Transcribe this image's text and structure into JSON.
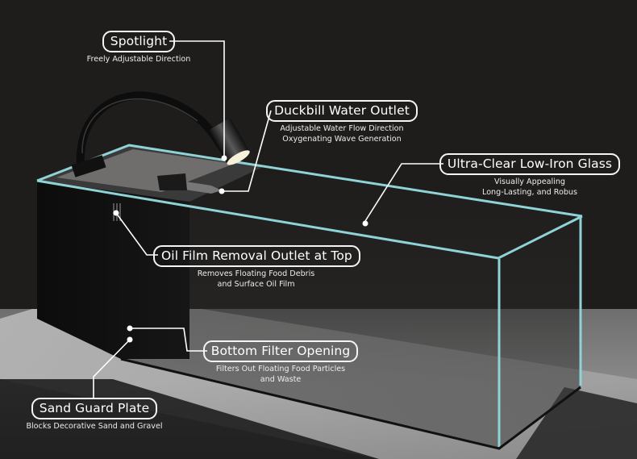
{
  "title": "Aquarium Tank Feature Diagram",
  "colors": {
    "background_wall": "#1e1d1c",
    "floor": "#7a7a7a",
    "glass_edge": "#8fd3d6",
    "callout_line": "#ffffff"
  },
  "callouts": [
    {
      "id": "spotlight",
      "label": "Spotlight",
      "description": [
        "Freely Adjustable Direction"
      ]
    },
    {
      "id": "duckbill",
      "label": "Duckbill Water Outlet",
      "description": [
        "Adjustable Water Flow Direction",
        "Oxygenating Wave Generation"
      ]
    },
    {
      "id": "glass",
      "label": "Ultra-Clear Low-Iron Glass",
      "description": [
        "Visually Appealing",
        "Long-Lasting, and Robus"
      ]
    },
    {
      "id": "oil-film",
      "label": "Oil Film Removal Outlet at Top",
      "description": [
        "Removes Floating Food Debris",
        "and Surface Oil Film"
      ]
    },
    {
      "id": "bottom-filter",
      "label": "Bottom Filter Opening",
      "description": [
        "Filters Out Floating Food Particles",
        "and Waste"
      ]
    },
    {
      "id": "sand-guard",
      "label": "Sand Guard Plate",
      "description": [
        "Blocks Decorative Sand and Gravel"
      ]
    }
  ]
}
